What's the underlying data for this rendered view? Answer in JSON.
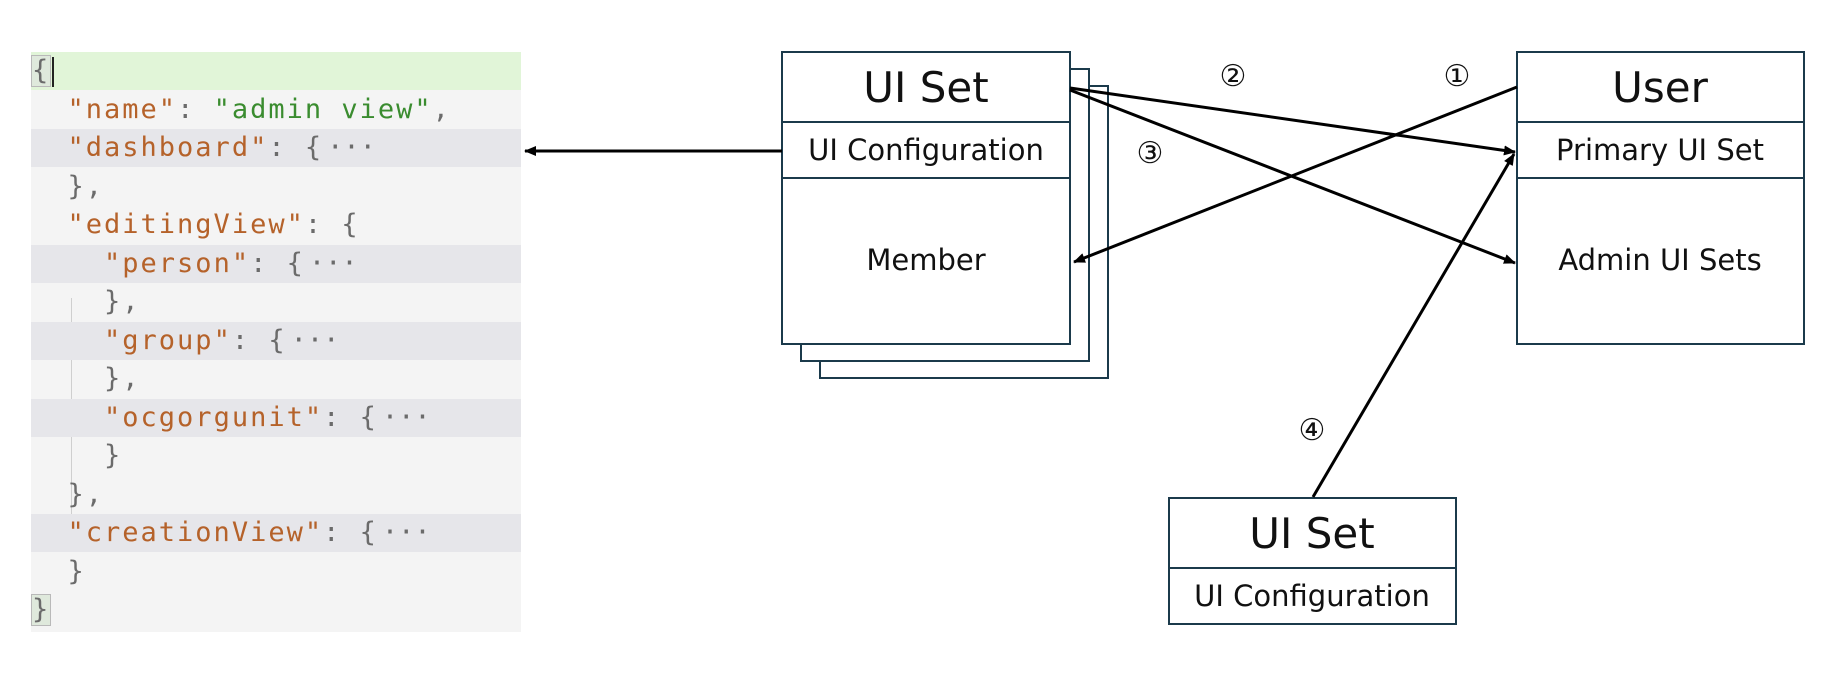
{
  "code": {
    "lines": [
      {
        "indent": "",
        "open": "{",
        "cursor": true,
        "first": true
      },
      {
        "indent": "  ",
        "key": "\"name\"",
        "sep": ": ",
        "str": "\"admin view\"",
        "trail": ","
      },
      {
        "indent": "  ",
        "key": "\"dashboard\"",
        "sep": ": ",
        "open": "{",
        "fold": "···"
      },
      {
        "indent": "  ",
        "close": "},"
      },
      {
        "indent": "  ",
        "key": "\"editingView\"",
        "sep": ": ",
        "open": "{"
      },
      {
        "indent": "    ",
        "key": "\"person\"",
        "sep": ": ",
        "open": "{",
        "fold": "···"
      },
      {
        "indent": "    ",
        "close": "},"
      },
      {
        "indent": "    ",
        "key": "\"group\"",
        "sep": ": ",
        "open": "{",
        "fold": "···"
      },
      {
        "indent": "    ",
        "close": "},"
      },
      {
        "indent": "    ",
        "key": "\"ocgorgunit\"",
        "sep": ": ",
        "open": "{",
        "fold": "···"
      },
      {
        "indent": "    ",
        "close": "}"
      },
      {
        "indent": "  ",
        "close": "},"
      },
      {
        "indent": "  ",
        "key": "\"creationView\"",
        "sep": ": ",
        "open": "{",
        "fold": "···"
      },
      {
        "indent": "  ",
        "close": "}"
      },
      {
        "indent": "",
        "close": "}",
        "boxed": true
      }
    ]
  },
  "diagram": {
    "ui_set_main": {
      "title": "UI Set",
      "config": "UI Configuration",
      "member": "Member"
    },
    "user": {
      "title": "User",
      "primary": "Primary UI Set",
      "admin": "Admin UI Sets"
    },
    "ui_set_bottom": {
      "title": "UI Set",
      "config": "UI Configuration"
    },
    "markers": {
      "one": "①",
      "two": "②",
      "three": "③",
      "four": "④"
    }
  },
  "colors": {
    "box_border": "#1b3a4b",
    "line": "#000000",
    "code_bg": "#f4f4f4",
    "code_highlight": "#e6e6ea",
    "code_first_line": "#e1f5d8",
    "json_key": "#b5622a",
    "json_string": "#3a8c2f"
  }
}
